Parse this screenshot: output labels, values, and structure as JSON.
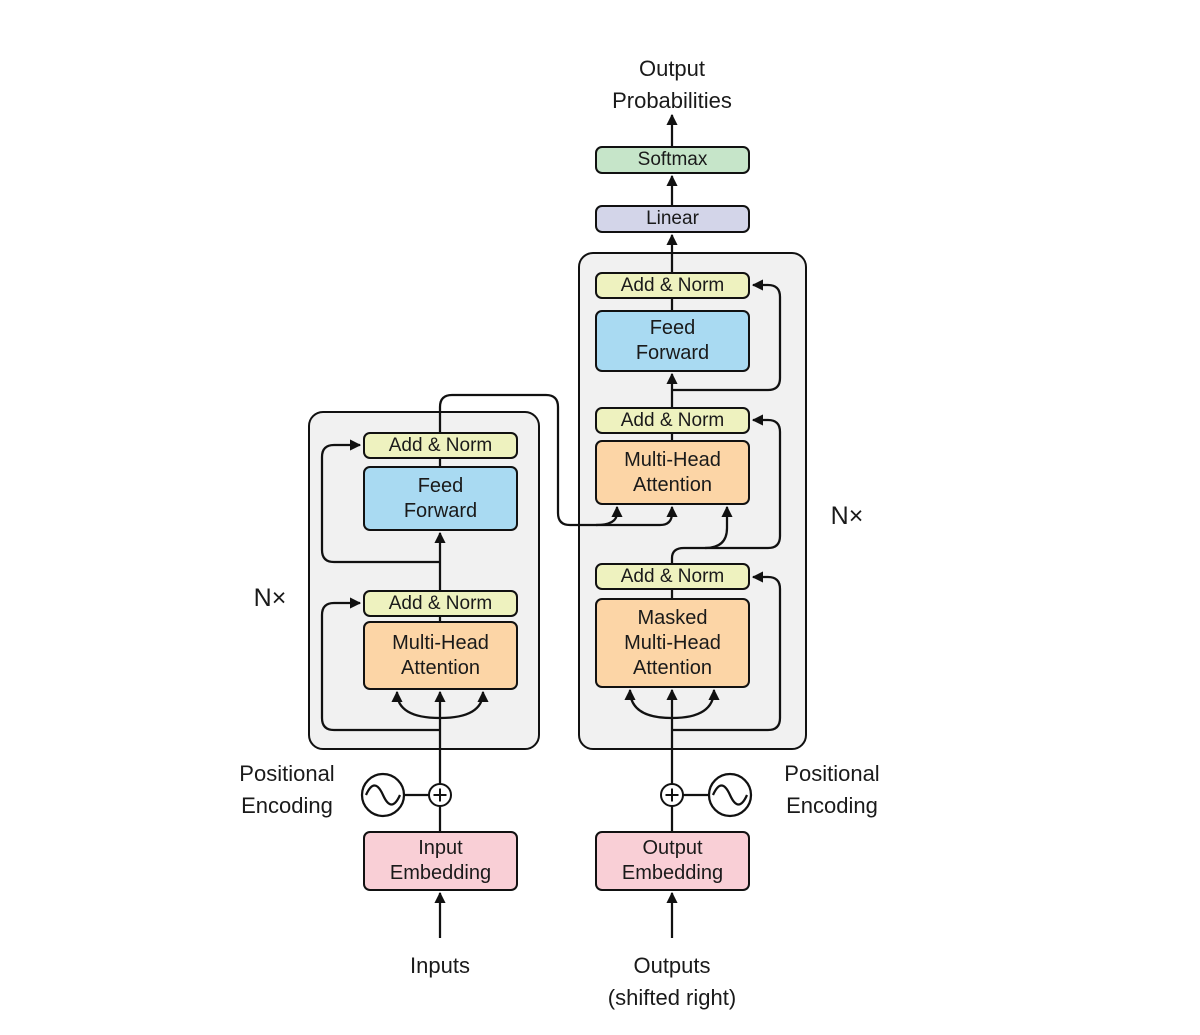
{
  "colors": {
    "box-pink": "#f9cfd6",
    "box-orange": "#fcd5a6",
    "box-blue": "#a9daf2",
    "box-yellow": "#eef2bf",
    "box-green": "#c6e5c9",
    "box-lavender": "#d3d5e9",
    "stack-gray": "#f1f1f1",
    "line-black": "#111111"
  },
  "labels": {
    "output_probabilities": {
      "line1": "Output",
      "line2": "Probabilities"
    },
    "softmax": "Softmax",
    "linear": "Linear",
    "add_norm": "Add & Norm",
    "feed_forward": {
      "line1": "Feed",
      "line2": "Forward"
    },
    "multi_head_attention": {
      "line1": "Multi-Head",
      "line2": "Attention"
    },
    "masked_multi_head_attention": {
      "line1": "Masked",
      "line2": "Multi-Head",
      "line3": "Attention"
    },
    "input_embedding": {
      "line1": "Input",
      "line2": "Embedding"
    },
    "output_embedding": {
      "line1": "Output",
      "line2": "Embedding"
    },
    "inputs": "Inputs",
    "outputs": {
      "line1": "Outputs",
      "line2": "(shifted right)"
    },
    "positional_encoding": {
      "line1": "Positional",
      "line2": "Encoding"
    },
    "n_times": "N×"
  }
}
